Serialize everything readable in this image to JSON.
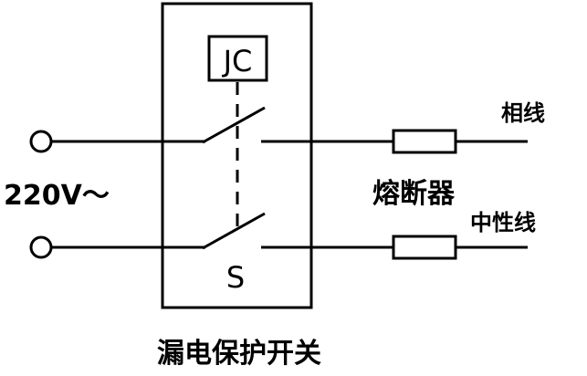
{
  "diagram": {
    "voltage_label": "220V～",
    "relay_label": "JC",
    "switch_label": "S",
    "fuse_label": "熔断器",
    "phase_label": "相线",
    "neutral_label": "中性线",
    "device_label": "漏电保护开关"
  }
}
